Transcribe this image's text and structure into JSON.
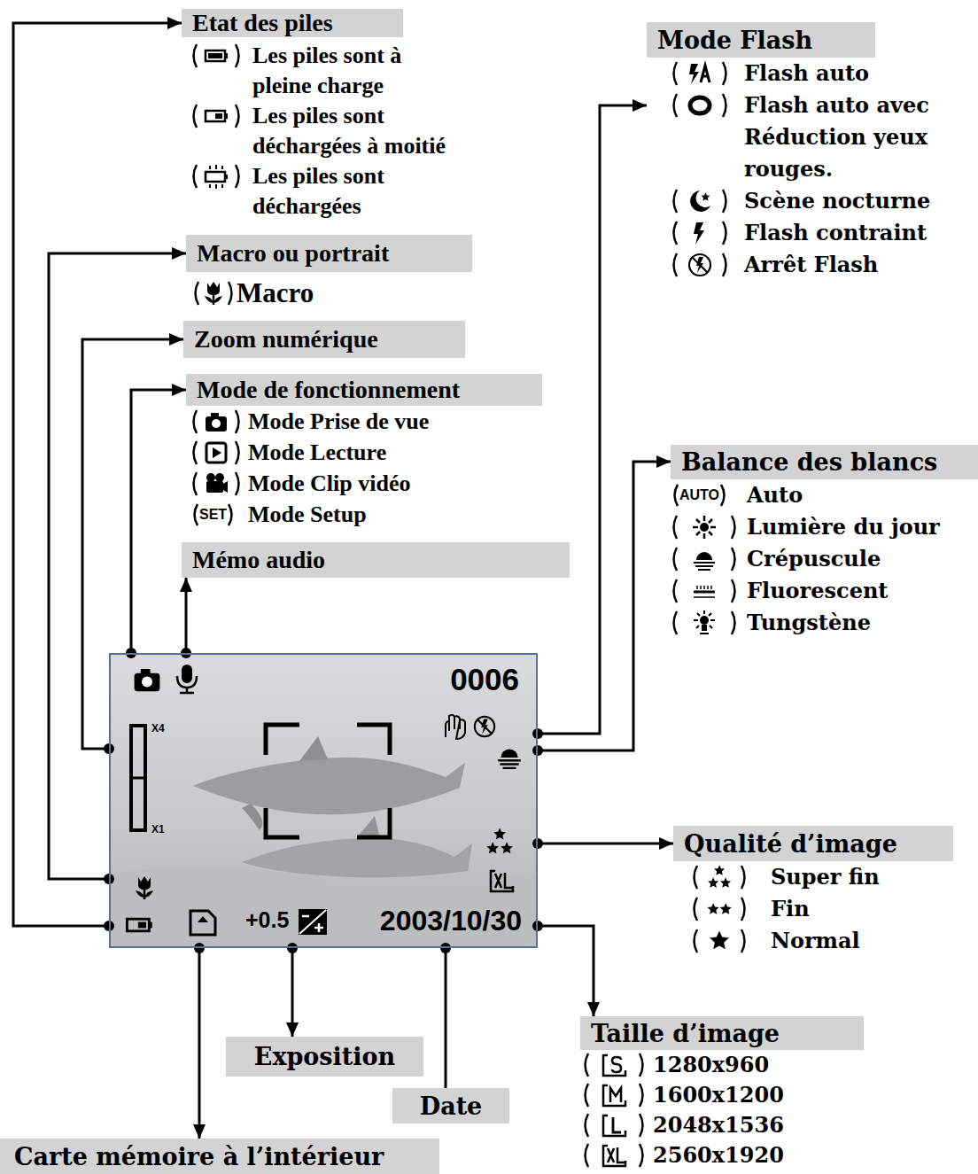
{
  "diagram": {
    "nodes": [
      {
        "text": [
          "Etat des piles",
          "Les piles sont à pleine charge",
          "Les piles sont déchargées à moitié",
          "Les piles sont déchargées"
        ]
      },
      {
        "text": [
          "Mode Flash",
          "Flash auto",
          "Flash auto avec Réduction yeux rouges.",
          "Scène nocturne",
          "Flash contraint",
          "Arrêt Flash"
        ]
      },
      {
        "text": [
          "Macro ou portrait",
          "Macro"
        ]
      },
      {
        "text": [
          "Zoom numérique"
        ]
      },
      {
        "text": [
          "Mode de fonctionnement",
          "Mode Prise de vue",
          "Mode Lecture",
          "Mode Clip vidéo",
          "SET",
          "Mode Setup"
        ]
      },
      {
        "text": [
          "Balance des blancs",
          "AUTO",
          "Auto",
          "Lumière du jour",
          "Crépuscule",
          "Fluorescent",
          "Tungstène"
        ]
      },
      {
        "text": [
          "Mémo audio"
        ]
      },
      {
        "text": [
          "0006",
          "X4",
          "X1",
          "+0.5",
          "2003/10/30"
        ]
      },
      {
        "text": [
          "Qualité d’image",
          "Super fin",
          "Fin",
          "Normal"
        ]
      },
      {
        "text": [
          "Taille d’image",
          "1280x960",
          "1600x1200",
          "2048x1536",
          "2560x1920"
        ]
      },
      {
        "text": [
          "Exposition"
        ]
      },
      {
        "text": [
          "Date"
        ]
      },
      {
        "text": [
          "Carte mémoire à l’intérieur"
        ]
      }
    ],
    "edges": [
      {
        "from": 7,
        "to": 0,
        "arrow": "to"
      },
      {
        "from": 7,
        "to": 1,
        "arrow": "to"
      },
      {
        "from": 7,
        "to": 2,
        "arrow": "to"
      },
      {
        "from": 7,
        "to": 3,
        "arrow": "to"
      },
      {
        "from": 7,
        "to": 4,
        "arrow": "to"
      },
      {
        "from": 7,
        "to": 5,
        "arrow": "to"
      },
      {
        "from": 7,
        "to": 6,
        "arrow": "to"
      },
      {
        "from": 7,
        "to": 8,
        "arrow": "to"
      },
      {
        "from": 7,
        "to": 9,
        "arrow": "to"
      },
      {
        "from": 7,
        "to": 12,
        "arrow": "to"
      },
      {
        "from": 7,
        "to": 10,
        "arrow": "to"
      },
      {
        "from": 7,
        "to": 11,
        "arrow": "none"
      }
    ]
  }
}
